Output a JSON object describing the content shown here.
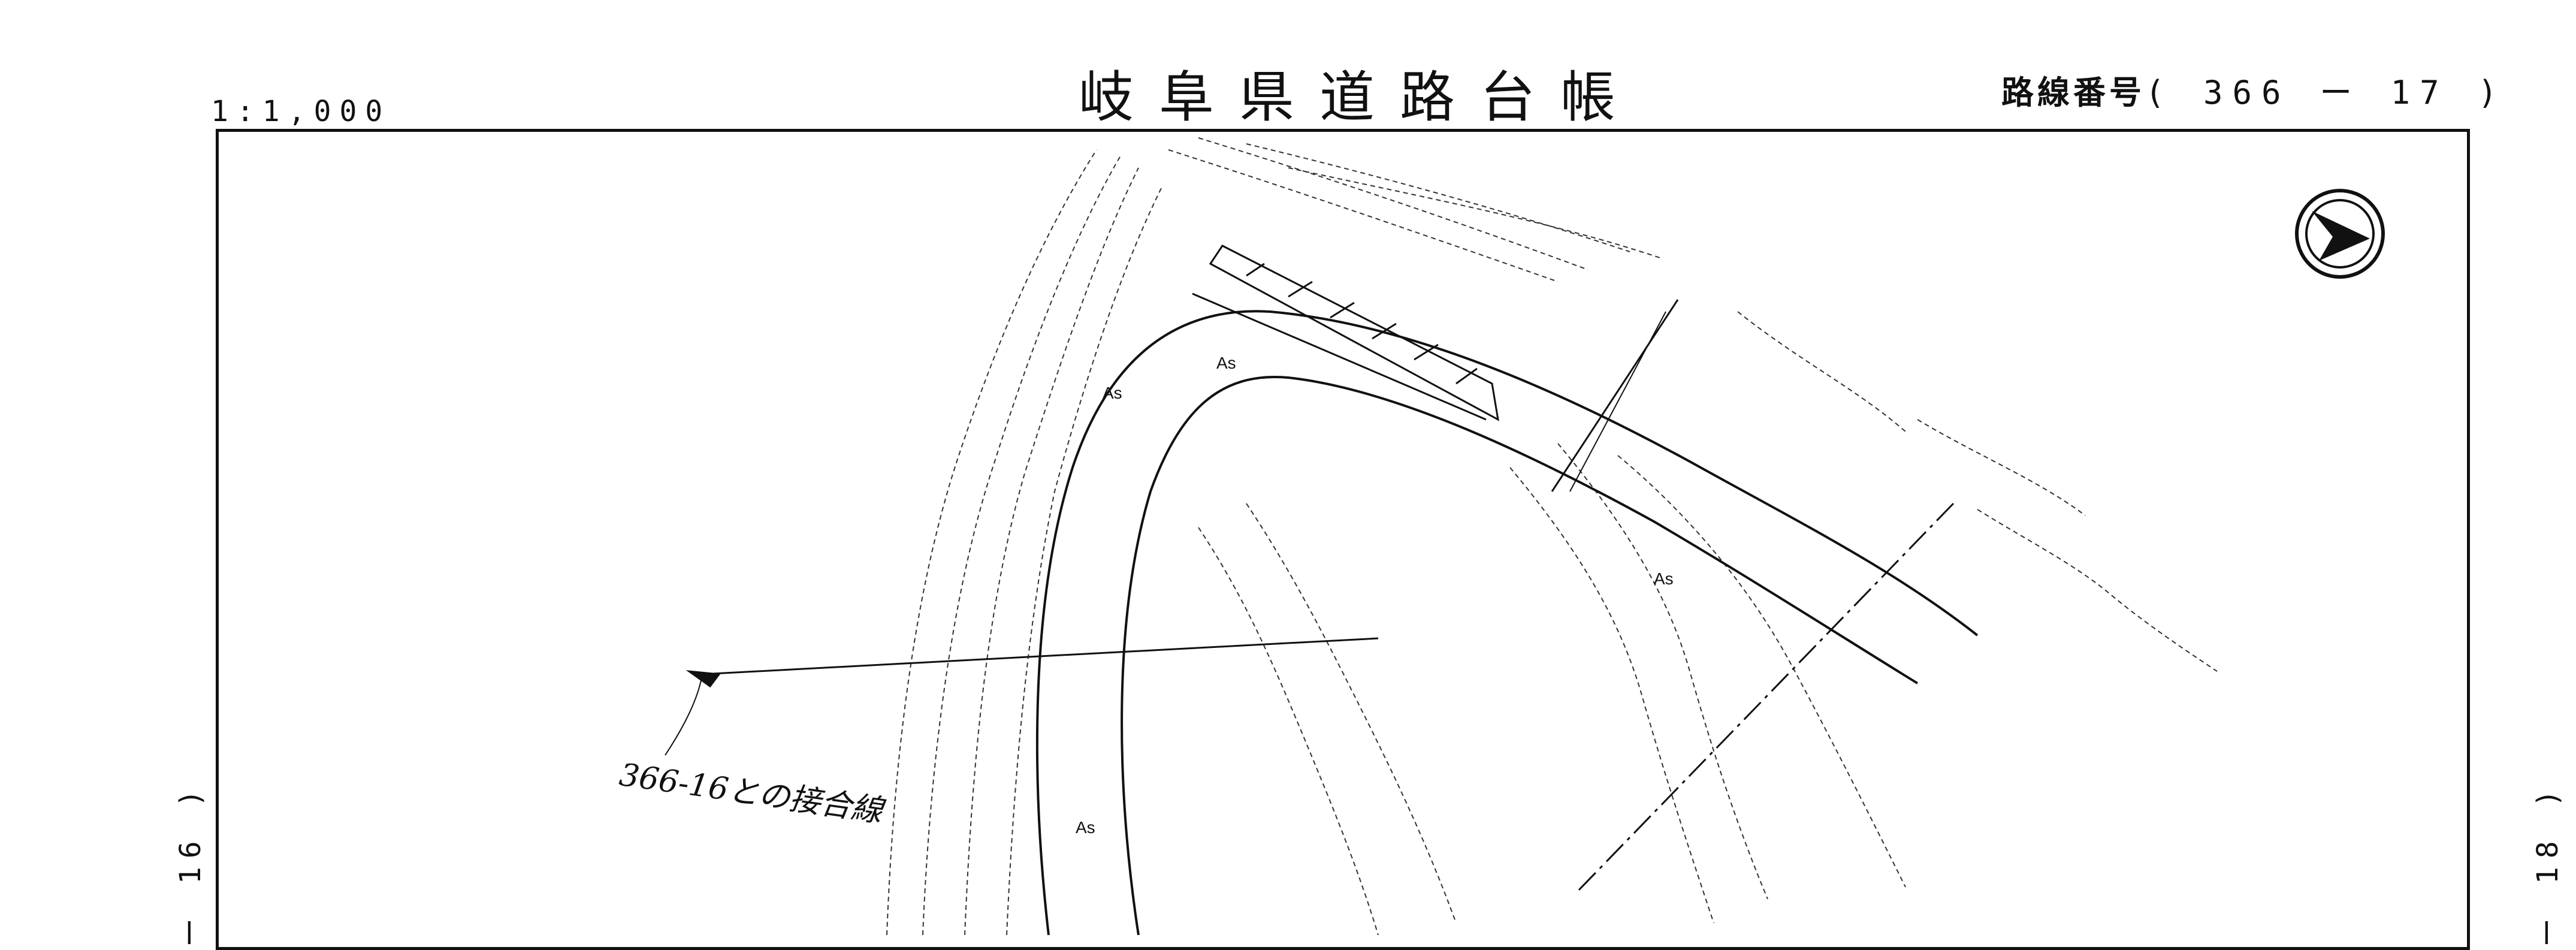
{
  "header": {
    "scale": "1:1,000",
    "title": "岐阜県道路台帳",
    "route_label": "路線番号",
    "route_number": "( 366 ー 17 )"
  },
  "margins": {
    "left_sheet": "ー 16 )",
    "right_sheet": "ー 18 )"
  },
  "map": {
    "surface_label": "As",
    "annotation": "366-16との接合線",
    "north_arrow_icon": "north-arrow-icon"
  }
}
